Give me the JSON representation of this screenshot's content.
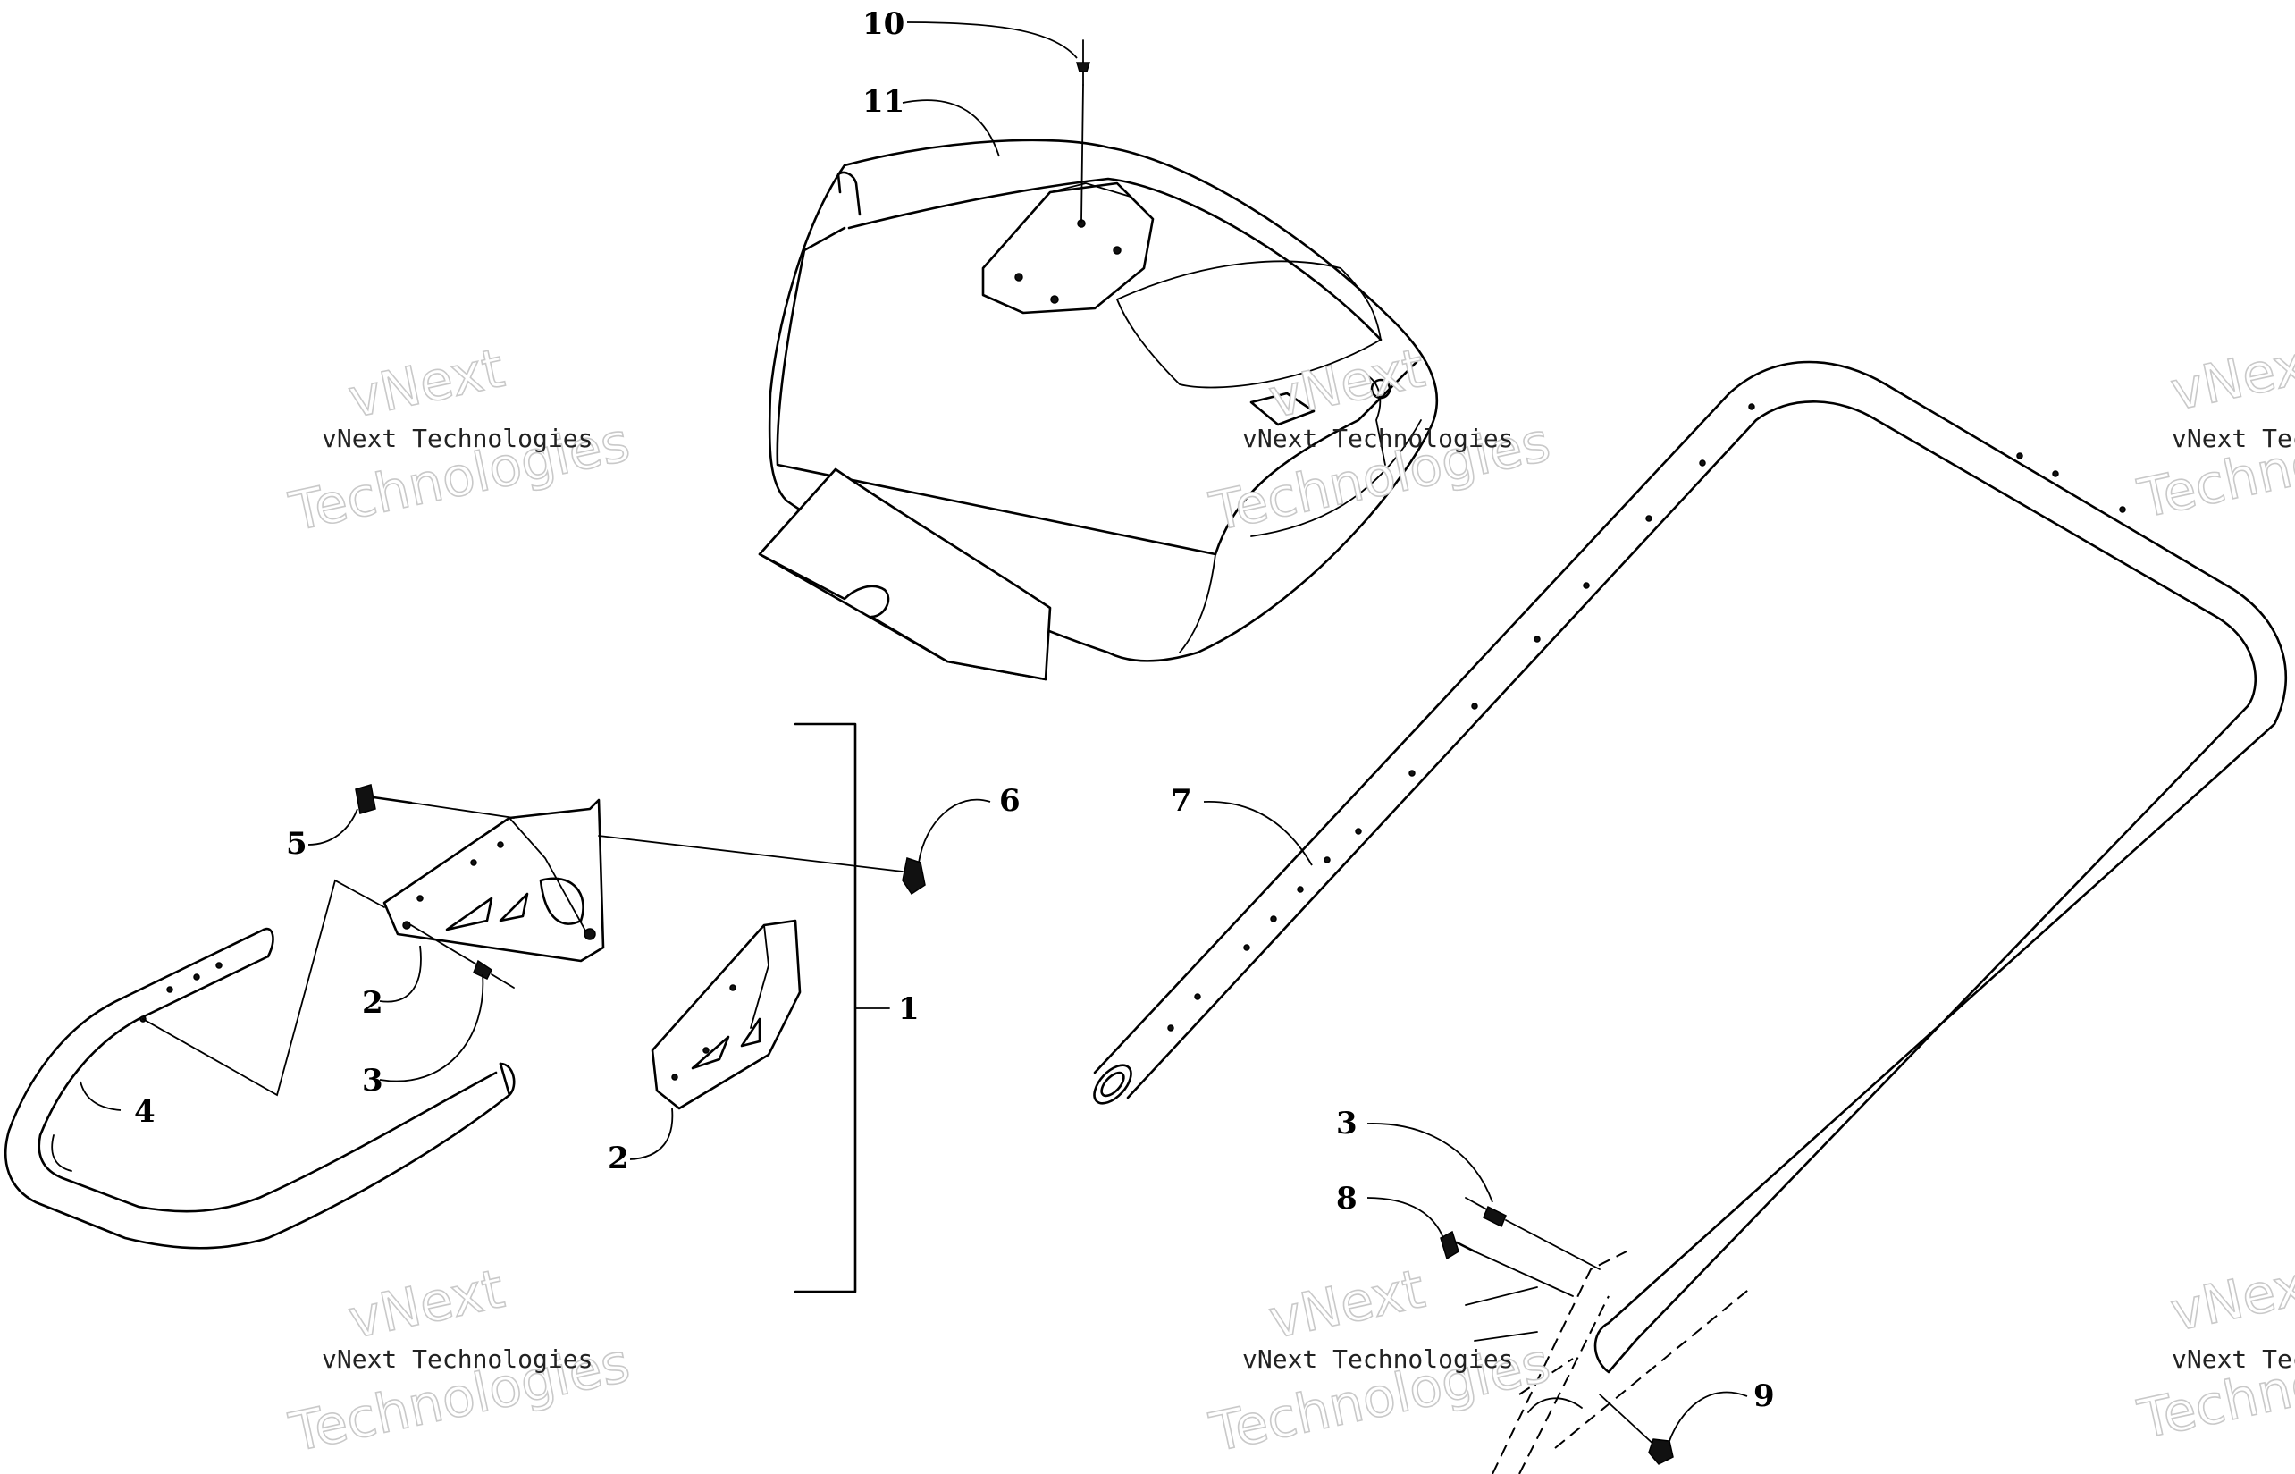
{
  "callouts": {
    "c1": "1",
    "c2a": "2",
    "c2b": "2",
    "c3a": "3",
    "c3b": "3",
    "c4": "4",
    "c5": "5",
    "c6": "6",
    "c7": "7",
    "c8": "8",
    "c9": "9",
    "c10": "10",
    "c11": "11"
  },
  "watermark": {
    "brand": "vNext",
    "line": "vNext Technologies",
    "word": "Technologies"
  }
}
